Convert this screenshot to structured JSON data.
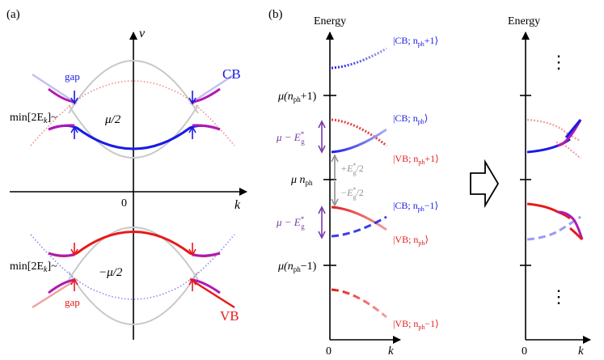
{
  "panel_a": {
    "label": "(a)",
    "axis_y": "ν",
    "axis_x": "k",
    "origin": "0",
    "gap_top": "gap",
    "gap_bottom": "gap",
    "cb": "CB",
    "vb": "VB",
    "min_label": "min[2E",
    "min_sub": "k",
    "min_tail": "]~",
    "mu_half_pos": "μ/2",
    "mu_half_neg": "−μ/2"
  },
  "panel_b": {
    "label": "(b)",
    "energy": "Energy",
    "zero": "0",
    "k": "k",
    "levels": {
      "mu_np1_a": "μ(n",
      "mu_np1_b": "ph",
      "mu_np1_c": "+1)",
      "mu_n_a": "μ n",
      "mu_n_b": "ph",
      "mu_nm1_a": "μ(n",
      "mu_nm1_b": "ph",
      "mu_nm1_c": "−1)"
    },
    "mu_minus_eg": "μ − E",
    "eg_star": "*",
    "eg_sub": "g",
    "plus_eg_half": "+E",
    "minus_eg_half": "−E",
    "over2": "/2",
    "states": {
      "cb_np1": [
        "|CB; n",
        "ph",
        "+1⟩"
      ],
      "cb_n": [
        "|CB; n",
        "ph",
        "⟩"
      ],
      "vb_np1": [
        "|VB; n",
        "ph",
        "+1⟩"
      ],
      "cb_nm1": [
        "|CB; n",
        "ph",
        "−1⟩"
      ],
      "vb_n": [
        "|VB; n",
        "ph",
        "⟩"
      ],
      "vb_nm1": [
        "|VB; n",
        "ph",
        "−1⟩"
      ]
    }
  },
  "panel_c": {
    "energy": "Energy",
    "zero": "0",
    "k": "k",
    "dots": "⋮"
  },
  "colors": {
    "cb": "#1a1ae6",
    "vb": "#e61a1a",
    "mix": "#b01ab0",
    "gray": "#b4b4b4",
    "purple": "#7a3aa8",
    "grayArrow": "#909090"
  }
}
